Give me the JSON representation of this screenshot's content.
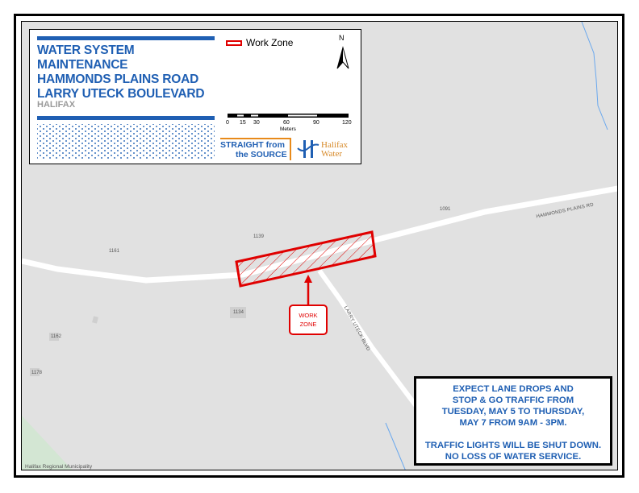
{
  "title_block": {
    "lines": [
      "WATER SYSTEM",
      "MAINTENANCE",
      "HAMMONDS PLAINS ROAD",
      "LARRY UTECK BOULEVARD"
    ],
    "subtitle": "HALIFAX",
    "accent_color": "#1f5fb3"
  },
  "legend": {
    "items": [
      {
        "label": "Work Zone",
        "symbol": "red-outline-rectangle",
        "color": "#e00000"
      }
    ]
  },
  "north_arrow": {
    "label": "N"
  },
  "scale_bar": {
    "ticks": [
      "0",
      "15",
      "30",
      "60",
      "90",
      "120"
    ],
    "unit": "Meters"
  },
  "logos": {
    "straight_from_source": {
      "line1": "STRAIGHT from",
      "line2": "the SOURCE"
    },
    "halifax_water": {
      "line1": "Halifax",
      "line2": "Water"
    }
  },
  "map": {
    "road_labels": {
      "hammonds": "HAMMONDS PLAINS RD",
      "larry": "LARRY UTECK BLVD"
    },
    "parcel_labels": [
      "1161",
      "1139",
      "1091",
      "1134",
      "1162",
      "1178"
    ],
    "work_zone_callout": {
      "line1": "WORK",
      "line2": "ZONE"
    },
    "credit": "Halifax Regional Municipality"
  },
  "notice": {
    "lines": [
      "EXPECT LANE DROPS AND",
      "STOP & GO TRAFFIC FROM",
      "TUESDAY, MAY 5 TO THURSDAY,",
      "MAY 7 FROM 9AM - 3PM."
    ],
    "lines2": [
      "TRAFFIC LIGHTS WILL BE SHUT DOWN.",
      "NO LOSS OF WATER SERVICE."
    ]
  }
}
